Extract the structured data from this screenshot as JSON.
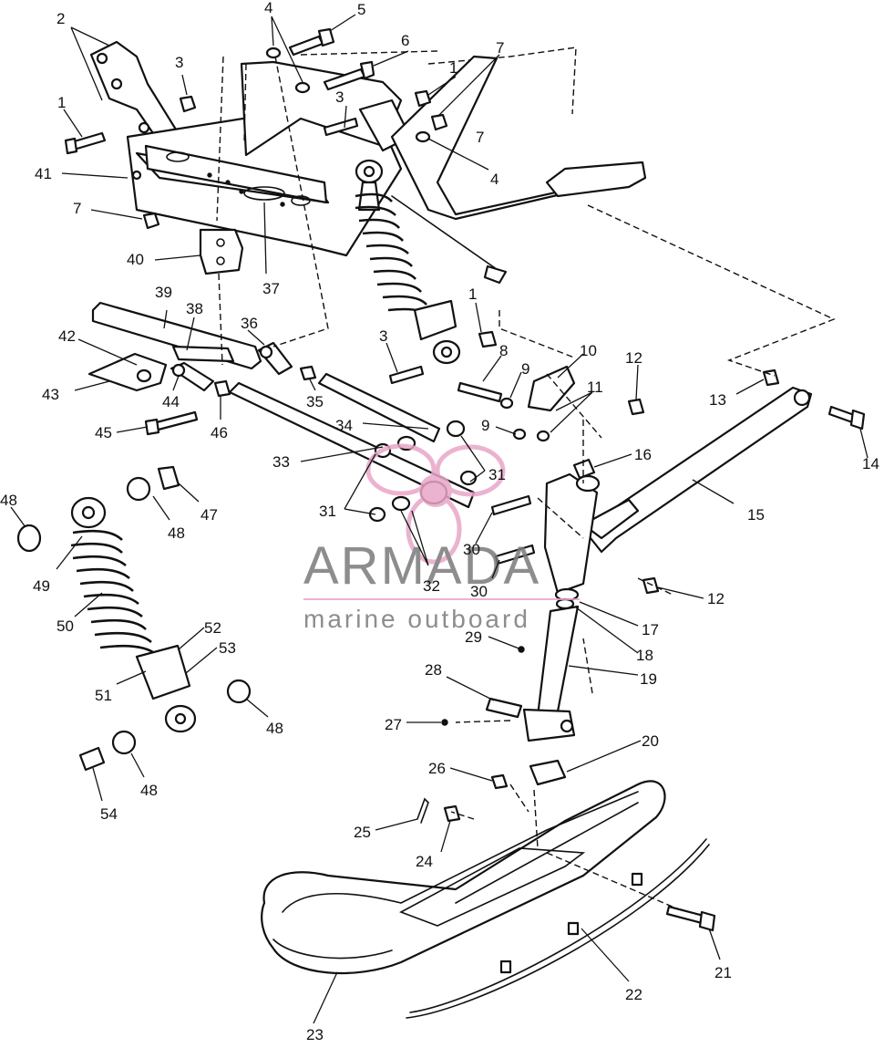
{
  "watermark": {
    "brand": "ARMADA",
    "tagline": "marine outboard",
    "accent_color": "#e8a6c8",
    "text_color": "#7a7a7a"
  },
  "diagram": {
    "kind": "exploded-parts-view",
    "callouts": [
      {
        "id": "c2",
        "label": "2"
      },
      {
        "id": "c3a",
        "label": "3"
      },
      {
        "id": "c4a",
        "label": "4"
      },
      {
        "id": "c5",
        "label": "5"
      },
      {
        "id": "c6",
        "label": "6"
      },
      {
        "id": "c7a",
        "label": "7"
      },
      {
        "id": "c1a",
        "label": "1"
      },
      {
        "id": "c3b",
        "label": "3"
      },
      {
        "id": "c1b",
        "label": "1"
      },
      {
        "id": "c7b",
        "label": "7"
      },
      {
        "id": "c4b",
        "label": "4"
      },
      {
        "id": "c41",
        "label": "41"
      },
      {
        "id": "c7c",
        "label": "7"
      },
      {
        "id": "c40",
        "label": "40"
      },
      {
        "id": "c37",
        "label": "37"
      },
      {
        "id": "c39",
        "label": "39"
      },
      {
        "id": "c38",
        "label": "38"
      },
      {
        "id": "c36",
        "label": "36"
      },
      {
        "id": "c1c",
        "label": "1"
      },
      {
        "id": "c3c",
        "label": "3"
      },
      {
        "id": "c42",
        "label": "42"
      },
      {
        "id": "c43",
        "label": "43"
      },
      {
        "id": "c44",
        "label": "44"
      },
      {
        "id": "c35",
        "label": "35"
      },
      {
        "id": "c8",
        "label": "8"
      },
      {
        "id": "c10",
        "label": "10"
      },
      {
        "id": "c9a",
        "label": "9"
      },
      {
        "id": "c12a",
        "label": "12"
      },
      {
        "id": "c11",
        "label": "11"
      },
      {
        "id": "c13",
        "label": "13"
      },
      {
        "id": "c14",
        "label": "14"
      },
      {
        "id": "c45",
        "label": "45"
      },
      {
        "id": "c46",
        "label": "46"
      },
      {
        "id": "c34",
        "label": "34"
      },
      {
        "id": "c9b",
        "label": "9"
      },
      {
        "id": "c16",
        "label": "16"
      },
      {
        "id": "c33",
        "label": "33"
      },
      {
        "id": "c31a",
        "label": "31"
      },
      {
        "id": "c15",
        "label": "15"
      },
      {
        "id": "c48a",
        "label": "48"
      },
      {
        "id": "c47",
        "label": "47"
      },
      {
        "id": "c31b",
        "label": "31"
      },
      {
        "id": "c48b",
        "label": "48"
      },
      {
        "id": "c30a",
        "label": "30"
      },
      {
        "id": "c49",
        "label": "49"
      },
      {
        "id": "c32",
        "label": "32"
      },
      {
        "id": "c30b",
        "label": "30"
      },
      {
        "id": "c12b",
        "label": "12"
      },
      {
        "id": "c50",
        "label": "50"
      },
      {
        "id": "c52",
        "label": "52"
      },
      {
        "id": "c17",
        "label": "17"
      },
      {
        "id": "c53",
        "label": "53"
      },
      {
        "id": "c29",
        "label": "29"
      },
      {
        "id": "c18",
        "label": "18"
      },
      {
        "id": "c19",
        "label": "19"
      },
      {
        "id": "c51",
        "label": "51"
      },
      {
        "id": "c28",
        "label": "28"
      },
      {
        "id": "c27",
        "label": "27"
      },
      {
        "id": "c48c",
        "label": "48"
      },
      {
        "id": "c20",
        "label": "20"
      },
      {
        "id": "c26",
        "label": "26"
      },
      {
        "id": "c48d",
        "label": "48"
      },
      {
        "id": "c54",
        "label": "54"
      },
      {
        "id": "c25",
        "label": "25"
      },
      {
        "id": "c24",
        "label": "24"
      },
      {
        "id": "c21",
        "label": "21"
      },
      {
        "id": "c22",
        "label": "22"
      },
      {
        "id": "c23",
        "label": "23"
      }
    ]
  }
}
